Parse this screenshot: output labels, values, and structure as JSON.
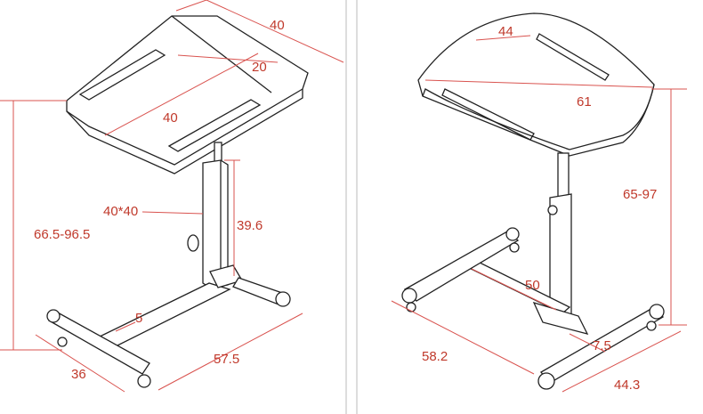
{
  "left_view": {
    "dimensions": {
      "top_width": "40",
      "leaf_width": "20",
      "top_depth": "40",
      "column_section": "40*40",
      "column_height": "39.6",
      "total_height_range": "66.5-96.5",
      "base_offset": "5",
      "base_length": "57.5",
      "base_width": "36"
    }
  },
  "right_view": {
    "dimensions": {
      "top_depth": "44",
      "top_width": "61",
      "height_range": "65-97",
      "base_crossbar": "50",
      "base_length": "58.2",
      "base_offset": "7.5",
      "base_width": "44.3"
    }
  },
  "colors": {
    "dimension_text": "#c0392b",
    "dimension_line": "#d9534f",
    "outline": "#222222",
    "panel_border": "#bbbbbb"
  }
}
